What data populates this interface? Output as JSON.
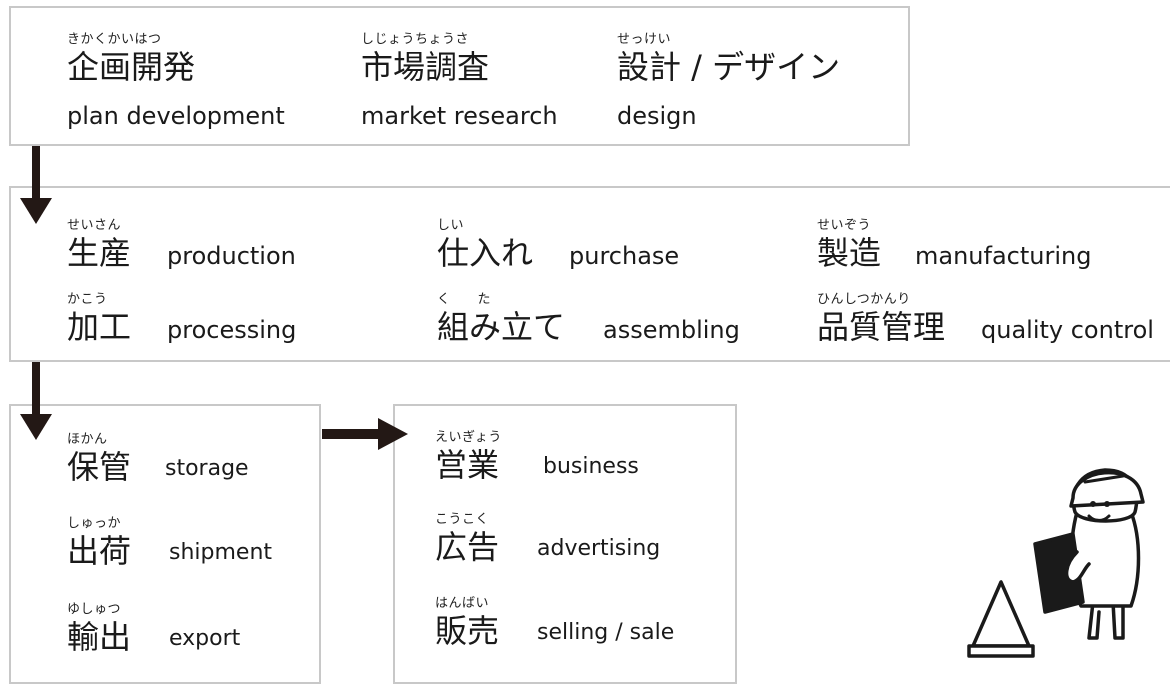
{
  "planning": {
    "items": [
      {
        "ruby": "きかくかいはつ",
        "kanji": "企画開発",
        "english": "plan development"
      },
      {
        "ruby": "しじょうちょうさ",
        "kanji": "市場調査",
        "english": "market research"
      },
      {
        "ruby": "せっけい",
        "kanji": "設計 / デザイン",
        "english": "design"
      }
    ]
  },
  "production": {
    "items": [
      {
        "ruby": "せいさん",
        "kanji": "生産",
        "english": "production"
      },
      {
        "ruby": "しい",
        "kanji": "仕入れ",
        "english": "purchase"
      },
      {
        "ruby": "せいぞう",
        "kanji": "製造",
        "english": "manufacturing"
      },
      {
        "ruby": "かこう",
        "kanji": "加工",
        "english": "processing"
      },
      {
        "ruby": "く　　た",
        "kanji": "組み立て",
        "english": "assembling"
      },
      {
        "ruby": "ひんしつかんり",
        "kanji": "品質管理",
        "english": "quality control"
      }
    ]
  },
  "logistics": {
    "items": [
      {
        "ruby": "ほかん",
        "kanji": "保管",
        "english": "storage"
      },
      {
        "ruby": "しゅっか",
        "kanji": "出荷",
        "english": "shipment"
      },
      {
        "ruby": "ゆしゅつ",
        "kanji": "輸出",
        "english": "export"
      }
    ]
  },
  "sales": {
    "items": [
      {
        "ruby": "えいぎょう",
        "kanji": "営業",
        "english": "business"
      },
      {
        "ruby": "こうこく",
        "kanji": "広告",
        "english": "advertising"
      },
      {
        "ruby": "はんばい",
        "kanji": "販売",
        "english": "selling / sale"
      }
    ]
  },
  "icons": {
    "flow_arrow": "arrow-icon",
    "illustration": "worker-with-clipboard-and-cone"
  },
  "colors": {
    "border": "#c8c8c8",
    "arrow": "#231815",
    "text": "#1a1a1a"
  }
}
